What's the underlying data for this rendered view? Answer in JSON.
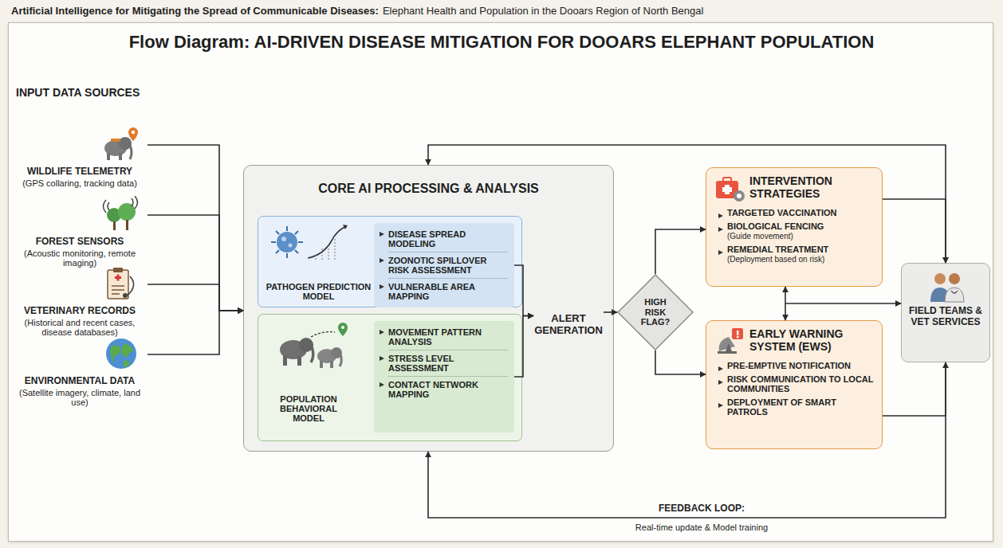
{
  "diagram": {
    "title": "Flow Diagram: AI-DRIVEN DISEASE MITIGATION FOR DOOARS ELEPHANT POPULATION",
    "nodes": [
      {
        "text": [
          "WILDLIFE TELEMETRY",
          "(GPS collaring, tracking data)"
        ]
      },
      {
        "text": [
          "FOREST SENSORS",
          "(Acoustic monitoring, remote imaging)"
        ]
      },
      {
        "text": [
          "VETERINARY RECORDS",
          "(Historical and recent cases, disease databases)"
        ]
      },
      {
        "text": [
          "ENVIRONMENTAL DATA",
          "(Satellite imagery, climate, land use)"
        ]
      },
      {
        "text": [
          "CORE AI PROCESSING & ANALYSIS"
        ]
      },
      {
        "text": [
          "PATHOGEN PREDICTION MODEL"
        ],
        "in": 4
      },
      {
        "text": [
          "DISEASE SPREAD MODELING",
          "ZOONOTIC SPILLOVER RISK ASSESSMENT",
          "VULNERABLE AREA MAPPING"
        ],
        "in": 5
      },
      {
        "text": [
          "POPULATION BEHAVIORAL MODEL"
        ],
        "in": 4
      },
      {
        "text": [
          "MOVEMENT PATTERN ANALYSIS",
          "STRESS LEVEL ASSESSMENT",
          "CONTACT NETWORK MAPPING"
        ],
        "in": 7
      },
      {
        "text": [
          "ALERT GENERATION"
        ],
        "in": 4
      },
      {
        "text": [
          "HIGH RISK FLAG?"
        ]
      },
      {
        "text": [
          "INTERVENTION STRATEGIES",
          "TARGETED VACCINATION",
          "BIOLOGICAL FENCING",
          "(Guide movement)",
          "REMEDIAL TREATMENT",
          "(Deployment based on risk)"
        ]
      },
      {
        "text": [
          "EARLY WARNING SYSTEM (EWS)",
          "PRE-EMPTIVE NOTIFICATION",
          "RISK COMMUNICATION TO LOCAL COMMUNITIES",
          "DEPLOYMENT OF SMART PATROLS"
        ]
      },
      {
        "text": [
          "FIELD TEAMS & VET SERVICES"
        ]
      }
    ],
    "edges": [
      {
        "from": 0,
        "to": 4,
        "arrow": "to"
      },
      {
        "from": 1,
        "to": 4,
        "arrow": "to"
      },
      {
        "from": 2,
        "to": 4,
        "arrow": "to"
      },
      {
        "from": 3,
        "to": 4,
        "arrow": "to"
      },
      {
        "from": 6,
        "to": 9,
        "arrow": "to"
      },
      {
        "from": 8,
        "to": 9,
        "arrow": "to"
      },
      {
        "from": 9,
        "to": 10,
        "arrow": "to"
      },
      {
        "from": 10,
        "to": 11,
        "arrow": "to"
      },
      {
        "from": 10,
        "to": 12,
        "arrow": "to"
      },
      {
        "from": 11,
        "to": 12,
        "arrow": "both"
      },
      {
        "from": 11,
        "to": 13,
        "arrow": "to"
      },
      {
        "from": 12,
        "to": 13,
        "arrow": "to"
      },
      {
        "from": 4,
        "to": 13,
        "arrow": "both"
      },
      {
        "from": 13,
        "to": 4,
        "label": "FEEDBACK LOOP:",
        "arrow": "to"
      }
    ],
    "labels": [
      "Artificial Intelligence for Mitigating the Spread of Communicable Diseases:",
      "Elephant Health and Population in the Dooars Region of North Bengal",
      "INPUT DATA SOURCES",
      "Real-time update & Model training"
    ]
  }
}
